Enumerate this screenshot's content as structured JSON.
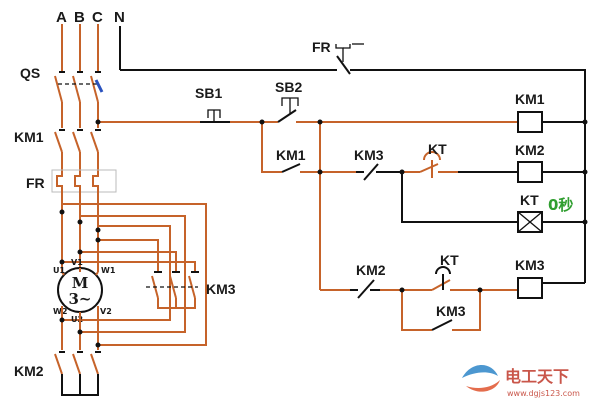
{
  "phases": {
    "a": "A",
    "b": "B",
    "c": "C",
    "n": "N"
  },
  "labels": {
    "qs": "QS",
    "km1_main": "KM1",
    "fr_main": "FR",
    "km2_main": "KM2",
    "km3_main": "KM3",
    "fr_ctrl": "FR",
    "sb1": "SB1",
    "sb2": "SB2",
    "km1_aux": "KM1",
    "km3_aux": "KM3",
    "kt_contact1": "KT",
    "km2_aux": "KM2",
    "kt_contact2": "KT",
    "km3_hold": "KM3",
    "coil_km1": "KM1",
    "coil_km2": "KM2",
    "coil_kt": "KT",
    "coil_km3": "KM3",
    "delay": "0秒"
  },
  "motor": {
    "symbol": "M",
    "phase": "3~"
  },
  "terminals": {
    "u1": "U1",
    "v1": "V1",
    "w1": "W1",
    "u2": "U2",
    "v2": "V2",
    "w2": "W2"
  },
  "watermark": {
    "name": "电工天下",
    "url": "www.dgjs123.com"
  },
  "colors": {
    "power_wire": "#c6632a",
    "neutral_wire": "#111111",
    "delay_text": "#2f9e2f"
  }
}
